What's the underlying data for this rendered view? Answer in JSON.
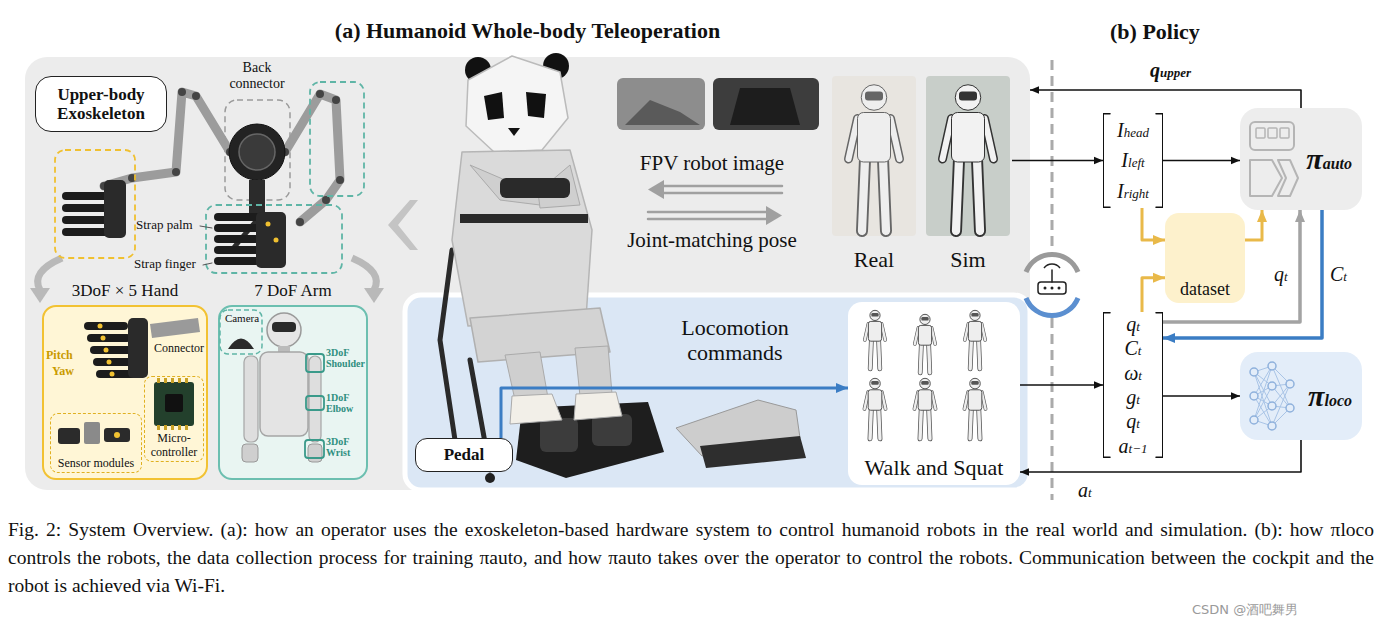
{
  "diagram": {
    "caption": "Fig. 2: System Overview. (a): how an operator uses the exoskeleton-based hardware system to control humanoid robots in the real world and simulation. (b): how πloco controls the robots, the data collection process for training πauto, and how πauto takes over the operator to control the robots. Communication between the cockpit and the robot is achieved via Wi-Fi.",
    "nodes": [
      {
        "text": [
          "(a) Humanoid Whole-body Teleoperation"
        ]
      },
      {
        "text": [
          "Upper-body Exoskeleton"
        ],
        "in": 0
      },
      {
        "text": [
          "3DoF × 5 Hand"
        ],
        "in": 0
      },
      {
        "text": [
          "Sensor modules"
        ],
        "in": 2
      },
      {
        "text": [
          "Micro-controller"
        ],
        "in": 2
      },
      {
        "text": [
          "7 DoF Arm"
        ],
        "in": 0
      },
      {
        "text": [
          "Real"
        ],
        "in": 0
      },
      {
        "text": [
          "Sim"
        ],
        "in": 0
      },
      {
        "text": [
          "Pedal"
        ],
        "in": 0
      },
      {
        "text": [
          "Walk and Squat"
        ],
        "in": 0
      },
      {
        "text": [
          "Ihead",
          "Ileft",
          "Iright"
        ]
      },
      {
        "text": [
          "πauto"
        ]
      },
      {
        "text": [
          "dataset"
        ]
      },
      {
        "text": [
          "qt",
          "Ct",
          "ωt",
          "gt",
          "qt",
          "at−1"
        ]
      },
      {
        "text": [
          "πloco"
        ]
      }
    ],
    "edges": [
      {
        "from": 11,
        "to": 0,
        "arrow": "to",
        "label": "qupper"
      },
      {
        "from": 7,
        "to": 10,
        "arrow": "to"
      },
      {
        "from": 9,
        "to": 13,
        "arrow": "to"
      },
      {
        "from": 10,
        "to": 11,
        "arrow": "to"
      },
      {
        "from": 10,
        "to": 12,
        "arrow": "to"
      },
      {
        "from": 13,
        "to": 12,
        "arrow": "to"
      },
      {
        "from": 12,
        "to": 11,
        "arrow": "to"
      },
      {
        "from": 13,
        "to": 11,
        "arrow": "to",
        "label": "qt"
      },
      {
        "from": 11,
        "to": 13,
        "arrow": "to",
        "label": "Ct"
      },
      {
        "from": 13,
        "to": 14,
        "arrow": "to"
      },
      {
        "from": 14,
        "to": 9,
        "arrow": "to",
        "label": "at"
      },
      {
        "from": 8,
        "to": 9,
        "arrow": "to",
        "label": "Locomotion commands"
      }
    ],
    "labels": [
      "Back connector",
      "Strap palm",
      "Strap finger",
      "Connector",
      "Pitch",
      "Yaw",
      "Camera",
      "3DoF Shoulder",
      "1DoF Elbow",
      "3DoF Wrist",
      "FPV robot image",
      "Joint-matching pose",
      "(b) Policy",
      "CSDN @酒吧舞男"
    ]
  }
}
